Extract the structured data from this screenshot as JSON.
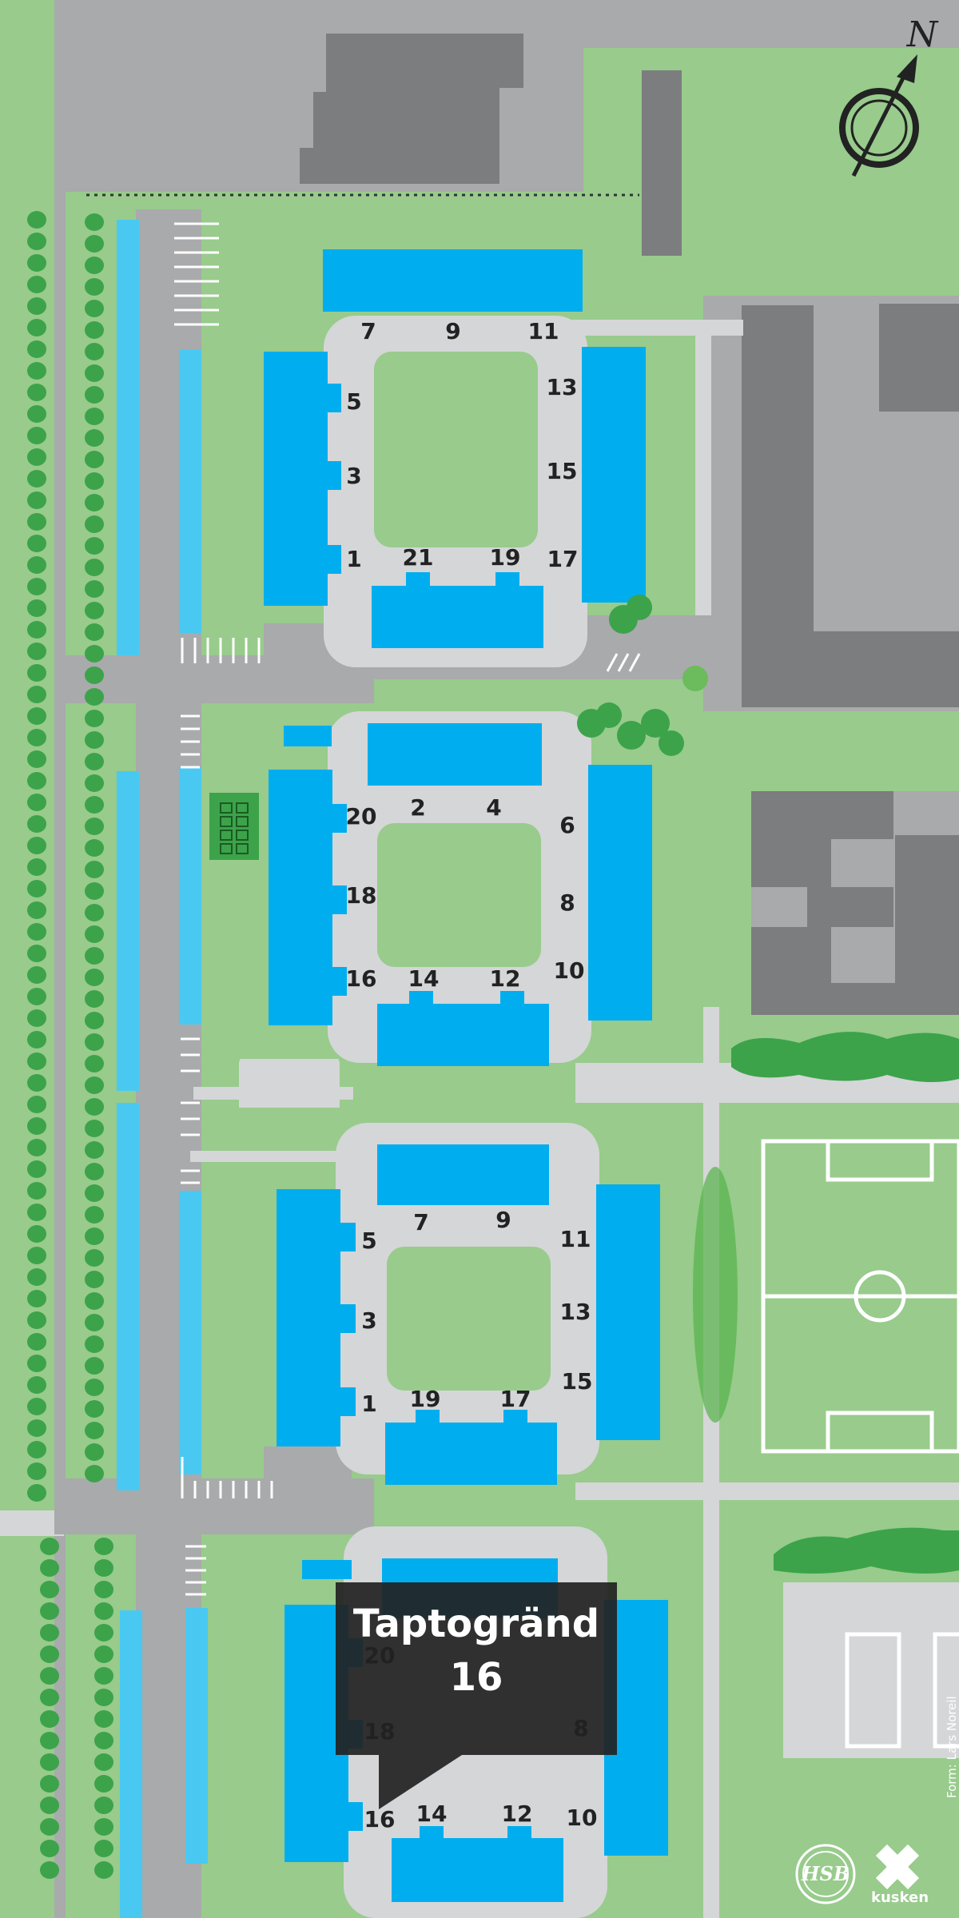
{
  "colors": {
    "background_green": "#98cb8c",
    "light_green": "#a6d49a",
    "road_gray": "#a9aaab",
    "path_gray": "#d5d6d8",
    "building_gray": "#7c7d7f",
    "building_dark": "#6f7072",
    "residential_blue": "#00aeef",
    "garage_light_blue": "#49c9f2",
    "tree_green": "#3ca34a",
    "white": "#ffffff"
  },
  "north_label": "N",
  "house_numbers": [
    "7",
    "9",
    "11",
    "5",
    "3",
    "1",
    "13",
    "15",
    "21",
    "19",
    "17",
    "2",
    "4",
    "20",
    "6",
    "18",
    "8",
    "16",
    "14",
    "12",
    "10",
    "7",
    "9",
    "5",
    "11",
    "3",
    "13",
    "15",
    "1",
    "19",
    "17",
    "20",
    "18",
    "8",
    "16",
    "14",
    "12",
    "10"
  ],
  "tooltip": {
    "street": "Taptogränd",
    "number": "16"
  },
  "credit": "Form: Lars Noreil",
  "hsb_logo": "HSB",
  "kusken_logo": "kusken"
}
